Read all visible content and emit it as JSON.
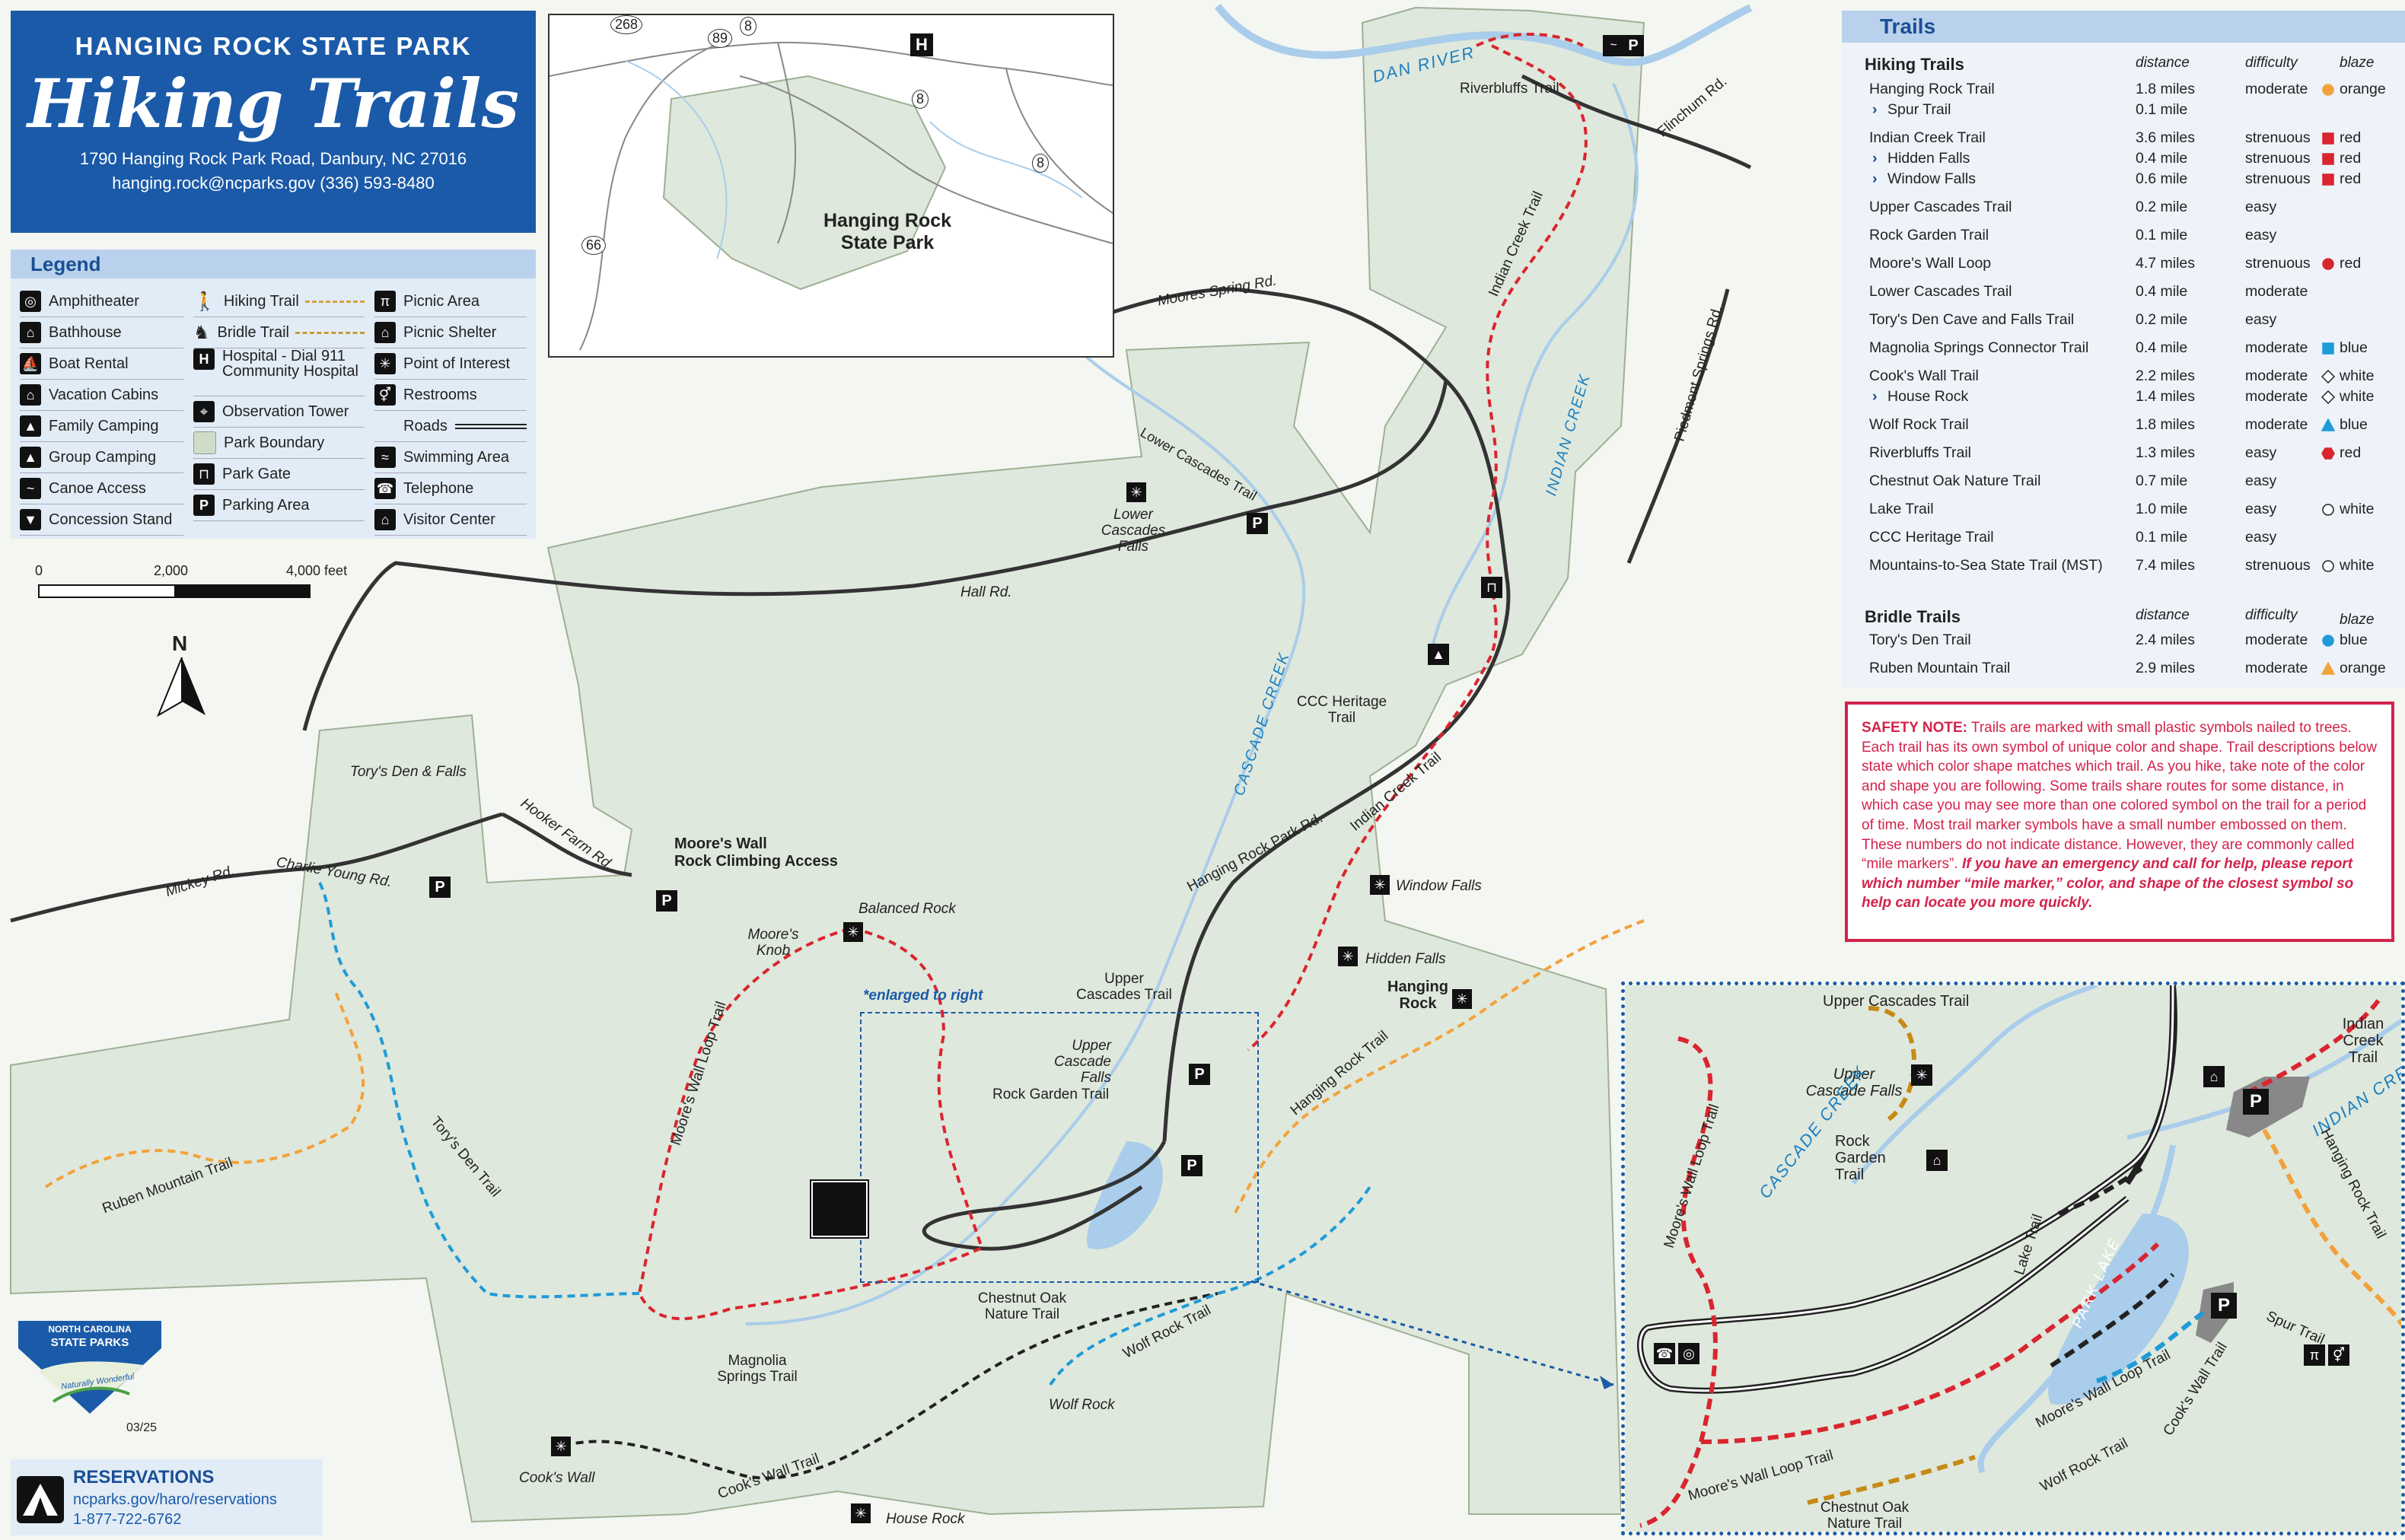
{
  "title": {
    "park": "HANGING ROCK STATE PARK",
    "main": "Hiking Trails",
    "address": "1790 Hanging Rock Park Road, Danbury, NC 27016",
    "contact": "hanging.rock@ncparks.gov    (336) 593-8480"
  },
  "inset": {
    "label_line1": "Hanging Rock",
    "label_line2": "State Park",
    "routes": [
      "268",
      "89",
      "8",
      "8",
      "8",
      "66"
    ]
  },
  "legend": {
    "heading": "Legend",
    "col1": [
      {
        "label": "Amphitheater",
        "icon": "amphitheater-icon"
      },
      {
        "label": "Bathhouse",
        "icon": "bathhouse-icon"
      },
      {
        "label": "Boat Rental",
        "icon": "boat-icon"
      },
      {
        "label": "Vacation Cabins",
        "icon": "cabin-icon"
      },
      {
        "label": "Family Camping",
        "icon": "camping-icon"
      },
      {
        "label": "Group Camping",
        "icon": "group-camping-icon"
      },
      {
        "label": "Canoe Access",
        "icon": "canoe-icon"
      },
      {
        "label": "Concession Stand",
        "icon": "concession-icon"
      }
    ],
    "col2": [
      {
        "label": "Hiking Trail",
        "icon": "hiker-icon"
      },
      {
        "label": "Bridle Trail",
        "icon": "horse-icon"
      },
      {
        "label": "Hospital - Dial 911 Community Hospital",
        "icon": "hospital-icon"
      },
      {
        "label": "Observation Tower",
        "icon": "tower-icon"
      },
      {
        "label": "Park Boundary",
        "icon": "boundary-icon"
      },
      {
        "label": "Park Gate",
        "icon": "gate-icon"
      },
      {
        "label": "Parking Area",
        "icon": "parking-icon"
      }
    ],
    "col3": [
      {
        "label": "Picnic Area",
        "icon": "picnic-icon"
      },
      {
        "label": "Picnic Shelter",
        "icon": "shelter-icon"
      },
      {
        "label": "Point of Interest",
        "icon": "poi-icon"
      },
      {
        "label": "Restrooms",
        "icon": "restroom-icon"
      },
      {
        "label": "Roads",
        "icon": "roads-icon"
      },
      {
        "label": "Swimming Area",
        "icon": "swim-icon"
      },
      {
        "label": "Telephone",
        "icon": "phone-icon"
      },
      {
        "label": "Visitor Center",
        "icon": "visitor-icon"
      }
    ]
  },
  "scale": {
    "zero": "0",
    "mid": "2,000",
    "end": "4,000 feet",
    "north": "N"
  },
  "trails": {
    "heading": "Trails",
    "hiking_heading": "Hiking Trails",
    "bridle_heading": "Bridle Trails",
    "col_distance": "distance",
    "col_difficulty": "difficulty",
    "col_blaze": "blaze",
    "hiking": [
      {
        "name": "Hanging Rock Trail",
        "distance": "1.8 miles",
        "difficulty": "moderate",
        "blaze": "orange",
        "shape": "circle",
        "color": "#f2a23a",
        "sub": false
      },
      {
        "name": "Spur Trail",
        "distance": "0.1 mile",
        "difficulty": "",
        "blaze": "",
        "shape": "",
        "color": "",
        "sub": true
      },
      {
        "name": "Indian Creek Trail",
        "distance": "3.6 miles",
        "difficulty": "strenuous",
        "blaze": "red",
        "shape": "square",
        "color": "#d9252f",
        "sub": false
      },
      {
        "name": "Hidden Falls",
        "distance": "0.4 mile",
        "difficulty": "strenuous",
        "blaze": "red",
        "shape": "square",
        "color": "#d9252f",
        "sub": true
      },
      {
        "name": "Window Falls",
        "distance": "0.6 mile",
        "difficulty": "strenuous",
        "blaze": "red",
        "shape": "square",
        "color": "#d9252f",
        "sub": true
      },
      {
        "name": "Upper Cascades Trail",
        "distance": "0.2 mile",
        "difficulty": "easy",
        "blaze": "",
        "shape": "",
        "color": "",
        "sub": false
      },
      {
        "name": "Rock Garden Trail",
        "distance": "0.1 mile",
        "difficulty": "easy",
        "blaze": "",
        "shape": "",
        "color": "",
        "sub": false
      },
      {
        "name": "Moore's Wall Loop",
        "distance": "4.7 miles",
        "difficulty": "strenuous",
        "blaze": "red",
        "shape": "circle",
        "color": "#d9252f",
        "sub": false
      },
      {
        "name": "Lower Cascades Trail",
        "distance": "0.4 mile",
        "difficulty": "moderate",
        "blaze": "",
        "shape": "",
        "color": "",
        "sub": false
      },
      {
        "name": "Tory's Den Cave and Falls Trail",
        "distance": "0.2 mile",
        "difficulty": "easy",
        "blaze": "",
        "shape": "",
        "color": "",
        "sub": false
      },
      {
        "name": "Magnolia Springs Connector Trail",
        "distance": "0.4 mile",
        "difficulty": "moderate",
        "blaze": "blue",
        "shape": "square",
        "color": "#1f9bd7",
        "sub": false
      },
      {
        "name": "Cook's Wall Trail",
        "distance": "2.2 miles",
        "difficulty": "moderate",
        "blaze": "white",
        "shape": "diamond",
        "color": "#ffffff",
        "sub": false
      },
      {
        "name": "House Rock",
        "distance": "1.4 miles",
        "difficulty": "moderate",
        "blaze": "white",
        "shape": "diamond",
        "color": "#ffffff",
        "sub": true
      },
      {
        "name": "Wolf Rock Trail",
        "distance": "1.8 miles",
        "difficulty": "moderate",
        "blaze": "blue",
        "shape": "triangle",
        "color": "#1f9bd7",
        "sub": false
      },
      {
        "name": "Riverbluffs Trail",
        "distance": "1.3 miles",
        "difficulty": "easy",
        "blaze": "red",
        "shape": "hexagon",
        "color": "#d9252f",
        "sub": false
      },
      {
        "name": "Chestnut Oak Nature Trail",
        "distance": "0.7 mile",
        "difficulty": "easy",
        "blaze": "",
        "shape": "",
        "color": "",
        "sub": false
      },
      {
        "name": "Lake Trail",
        "distance": "1.0 mile",
        "difficulty": "easy",
        "blaze": "white",
        "shape": "circle",
        "color": "#ffffff",
        "sub": false
      },
      {
        "name": "CCC Heritage Trail",
        "distance": "0.1 mile",
        "difficulty": "easy",
        "blaze": "",
        "shape": "",
        "color": "",
        "sub": false
      },
      {
        "name": "Mountains-to-Sea State Trail (MST)",
        "distance": "7.4 miles",
        "difficulty": "strenuous",
        "blaze": "white",
        "shape": "circle",
        "color": "#ffffff",
        "sub": false
      }
    ],
    "bridle": [
      {
        "name": "Tory's Den Trail",
        "distance": "2.4 miles",
        "difficulty": "moderate",
        "blaze": "blue",
        "shape": "circle",
        "color": "#1f9bd7",
        "sub": false
      },
      {
        "name": "Ruben Mountain Trail",
        "distance": "2.9 miles",
        "difficulty": "moderate",
        "blaze": "orange",
        "shape": "triangle",
        "color": "#f2a23a",
        "sub": false
      }
    ]
  },
  "safety": {
    "label": "SAFETY NOTE:",
    "text": " Trails are marked with small plastic symbols nailed to trees. Each trail has its own symbol of unique color and shape. Trail descriptions below state which color shape matches which trail. As you hike, take note of the color and shape you are following. Some trails share routes for some distance, in which case you may see more than one colored symbol on the trail for a period of time. Most trail marker symbols have a small number embossed on them. These numbers do not indicate distance. However, they are commonly called “mile markers”. ",
    "emphasis": "If you have an emergency and call for help, please report which number “mile marker,” color, and shape of the closest symbol so help can locate you more quickly."
  },
  "map_labels": {
    "dan_river": "DAN RIVER",
    "riverbluffs_trail": "Riverbluffs Trail",
    "flinchum_rd": "Flinchum Rd.",
    "moores_spring_rd": "Moores Spring Rd.",
    "indian_creek_trail": "Indian Creek Trail",
    "indian_creek": "INDIAN CREEK",
    "piedmont_springs_rd": "Piedmont Springs Rd.",
    "lower_cascades_trail": "Lower Cascades Trail",
    "lower_cascades_falls": "Lower Cascades Falls",
    "hall_rd": "Hall Rd.",
    "cascade_creek": "CASCADE CREEK",
    "ccc_heritage_trail": "CCC Heritage Trail",
    "indian_creek_trail_2": "Indian Creek Trail",
    "hanging_rock_park_rd": "Hanging Rock Park Rd.",
    "window_falls": "Window Falls",
    "hidden_falls": "Hidden Falls",
    "hanging_rock": "Hanging Rock",
    "hanging_rock_trail": "Hanging Rock Trail",
    "torys_den_falls": "Tory's Den & Falls",
    "mickey_rd": "Mickey Rd.",
    "charlie_young_rd": "Charlie Young Rd.",
    "hooker_farm_rd": "Hooker Farm Rd.",
    "moores_wall_access_1": "Moore's Wall",
    "moores_wall_access_2": "Rock Climbing Access",
    "moores_knob": "Moore's Knob",
    "balanced_rock": "Balanced Rock",
    "moores_wall_loop_trail": "Moore's Wall Loop Trail",
    "enlarged": "*enlarged to right",
    "upper_cascades_trail": "Upper Cascades Trail",
    "upper_cascade_falls": "Upper Cascade Falls",
    "rock_garden_trail": "Rock Garden Trail",
    "ruben_mountain_trail": "Ruben Mountain Trail",
    "torys_den_trail": "Tory's Den Trail",
    "chestnut_oak_nature_trail": "Chestnut Oak Nature Trail",
    "magnolia_springs_trail": "Magnolia Springs Trail",
    "wolf_rock_trail": "Wolf Rock Trail",
    "wolf_rock": "Wolf Rock",
    "cooks_wall": "Cook's Wall",
    "cooks_wall_trail": "Cook's Wall Trail",
    "house_rock": "House Rock"
  },
  "enlarged_labels": {
    "upper_cascades_trail": "Upper Cascades Trail",
    "upper_cascade_falls": "Upper Cascade Falls",
    "rock_garden_trail": "Rock Garden Trail",
    "indian_creek_trail": "Indian Creek Trail",
    "cascade_creek": "CASCADE CREEK",
    "indian_creek": "INDIAN CREEK",
    "moores_wall_loop_trail": "Moore's Wall Loop Trail",
    "hanging_rock_trail": "Hanging Rock Trail",
    "lake_trail": "Lake Trail",
    "park_lake": "PARK LAKE",
    "spur_trail": "Spur Trail",
    "moores_wall_loop_trail_2": "Moore's Wall Loop Trail",
    "cooks_wall_trail": "Cook's Wall Trail",
    "wolf_rock_trail": "Wolf Rock Trail",
    "moores_wall_loop_trail_3": "Moore's Wall Loop Trail",
    "chestnut_oak_nature_trail": "Chestnut Oak Nature Trail"
  },
  "logo": {
    "line1": "NORTH CAROLINA",
    "line2": "STATE PARKS",
    "tag": "Naturally Wonderful",
    "date": "03/25"
  },
  "reservations": {
    "heading": "RESERVATIONS",
    "url": "ncparks.gov/haro/reservations",
    "phone": "1-877-722-6762"
  },
  "colors": {
    "park": "#dfe8dc",
    "water": "#a9cdea",
    "title_blue": "#1a5aa8",
    "trail_red": "#d9252f",
    "trail_orange": "#f2a23a",
    "trail_blue": "#1f9bd7",
    "safety_red": "#d3234b"
  }
}
